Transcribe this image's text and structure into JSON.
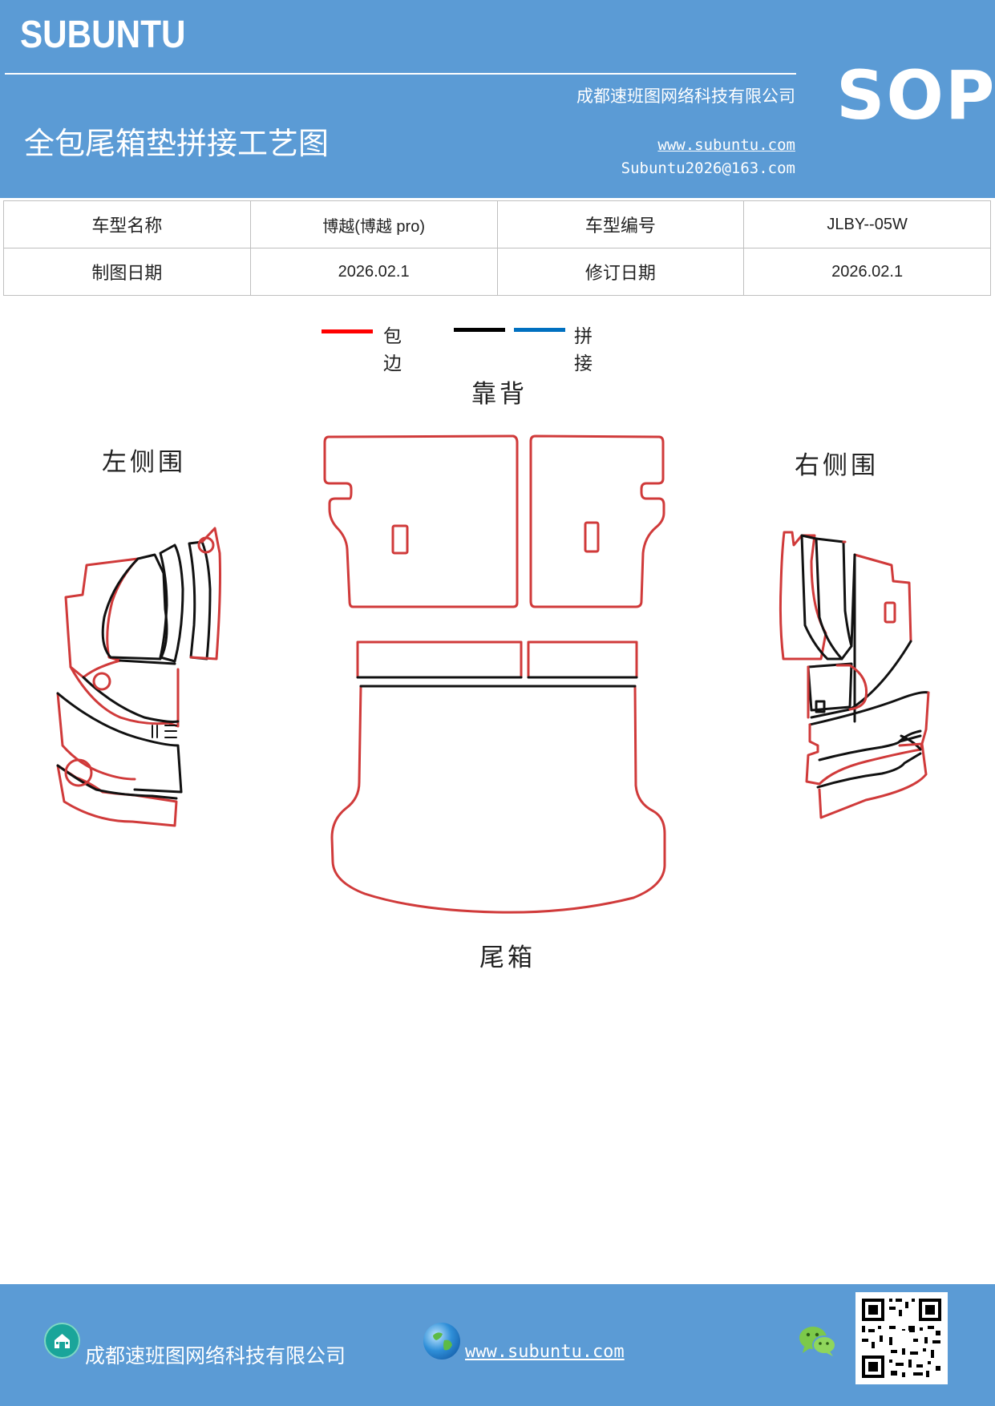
{
  "header": {
    "brand": "SUBUNTU",
    "company": "成都速班图网络科技有限公司",
    "title": "全包尾箱垫拼接工艺图",
    "website": "www.subuntu.com",
    "email": "Subuntu2026@163.com",
    "badge": "SOP"
  },
  "info_table": {
    "row1": [
      "车型名称",
      "博越(博越 pro)",
      "车型编号",
      "JLBY--05W"
    ],
    "row2": [
      "制图日期",
      "2026.02.1",
      "修订日期",
      "2026.02.1"
    ]
  },
  "legend": {
    "items": [
      {
        "label": "包边",
        "color": "#ff0000"
      },
      {
        "label": "",
        "color": "#000000"
      },
      {
        "label": "拼接",
        "color": "#0070c0"
      }
    ]
  },
  "sections": {
    "backrest": "靠背",
    "left_side": "左侧围",
    "right_side": "右侧围",
    "trunk": "尾箱"
  },
  "colors": {
    "header_bg": "#5b9bd5",
    "edge_red": "#d03a3a",
    "seam_black": "#111111"
  },
  "footer": {
    "company": "成都速班图网络科技有限公司",
    "website": "www.subuntu.com ",
    "icons": [
      "home-icon",
      "globe-icon",
      "wechat-icon",
      "qr-code"
    ]
  }
}
